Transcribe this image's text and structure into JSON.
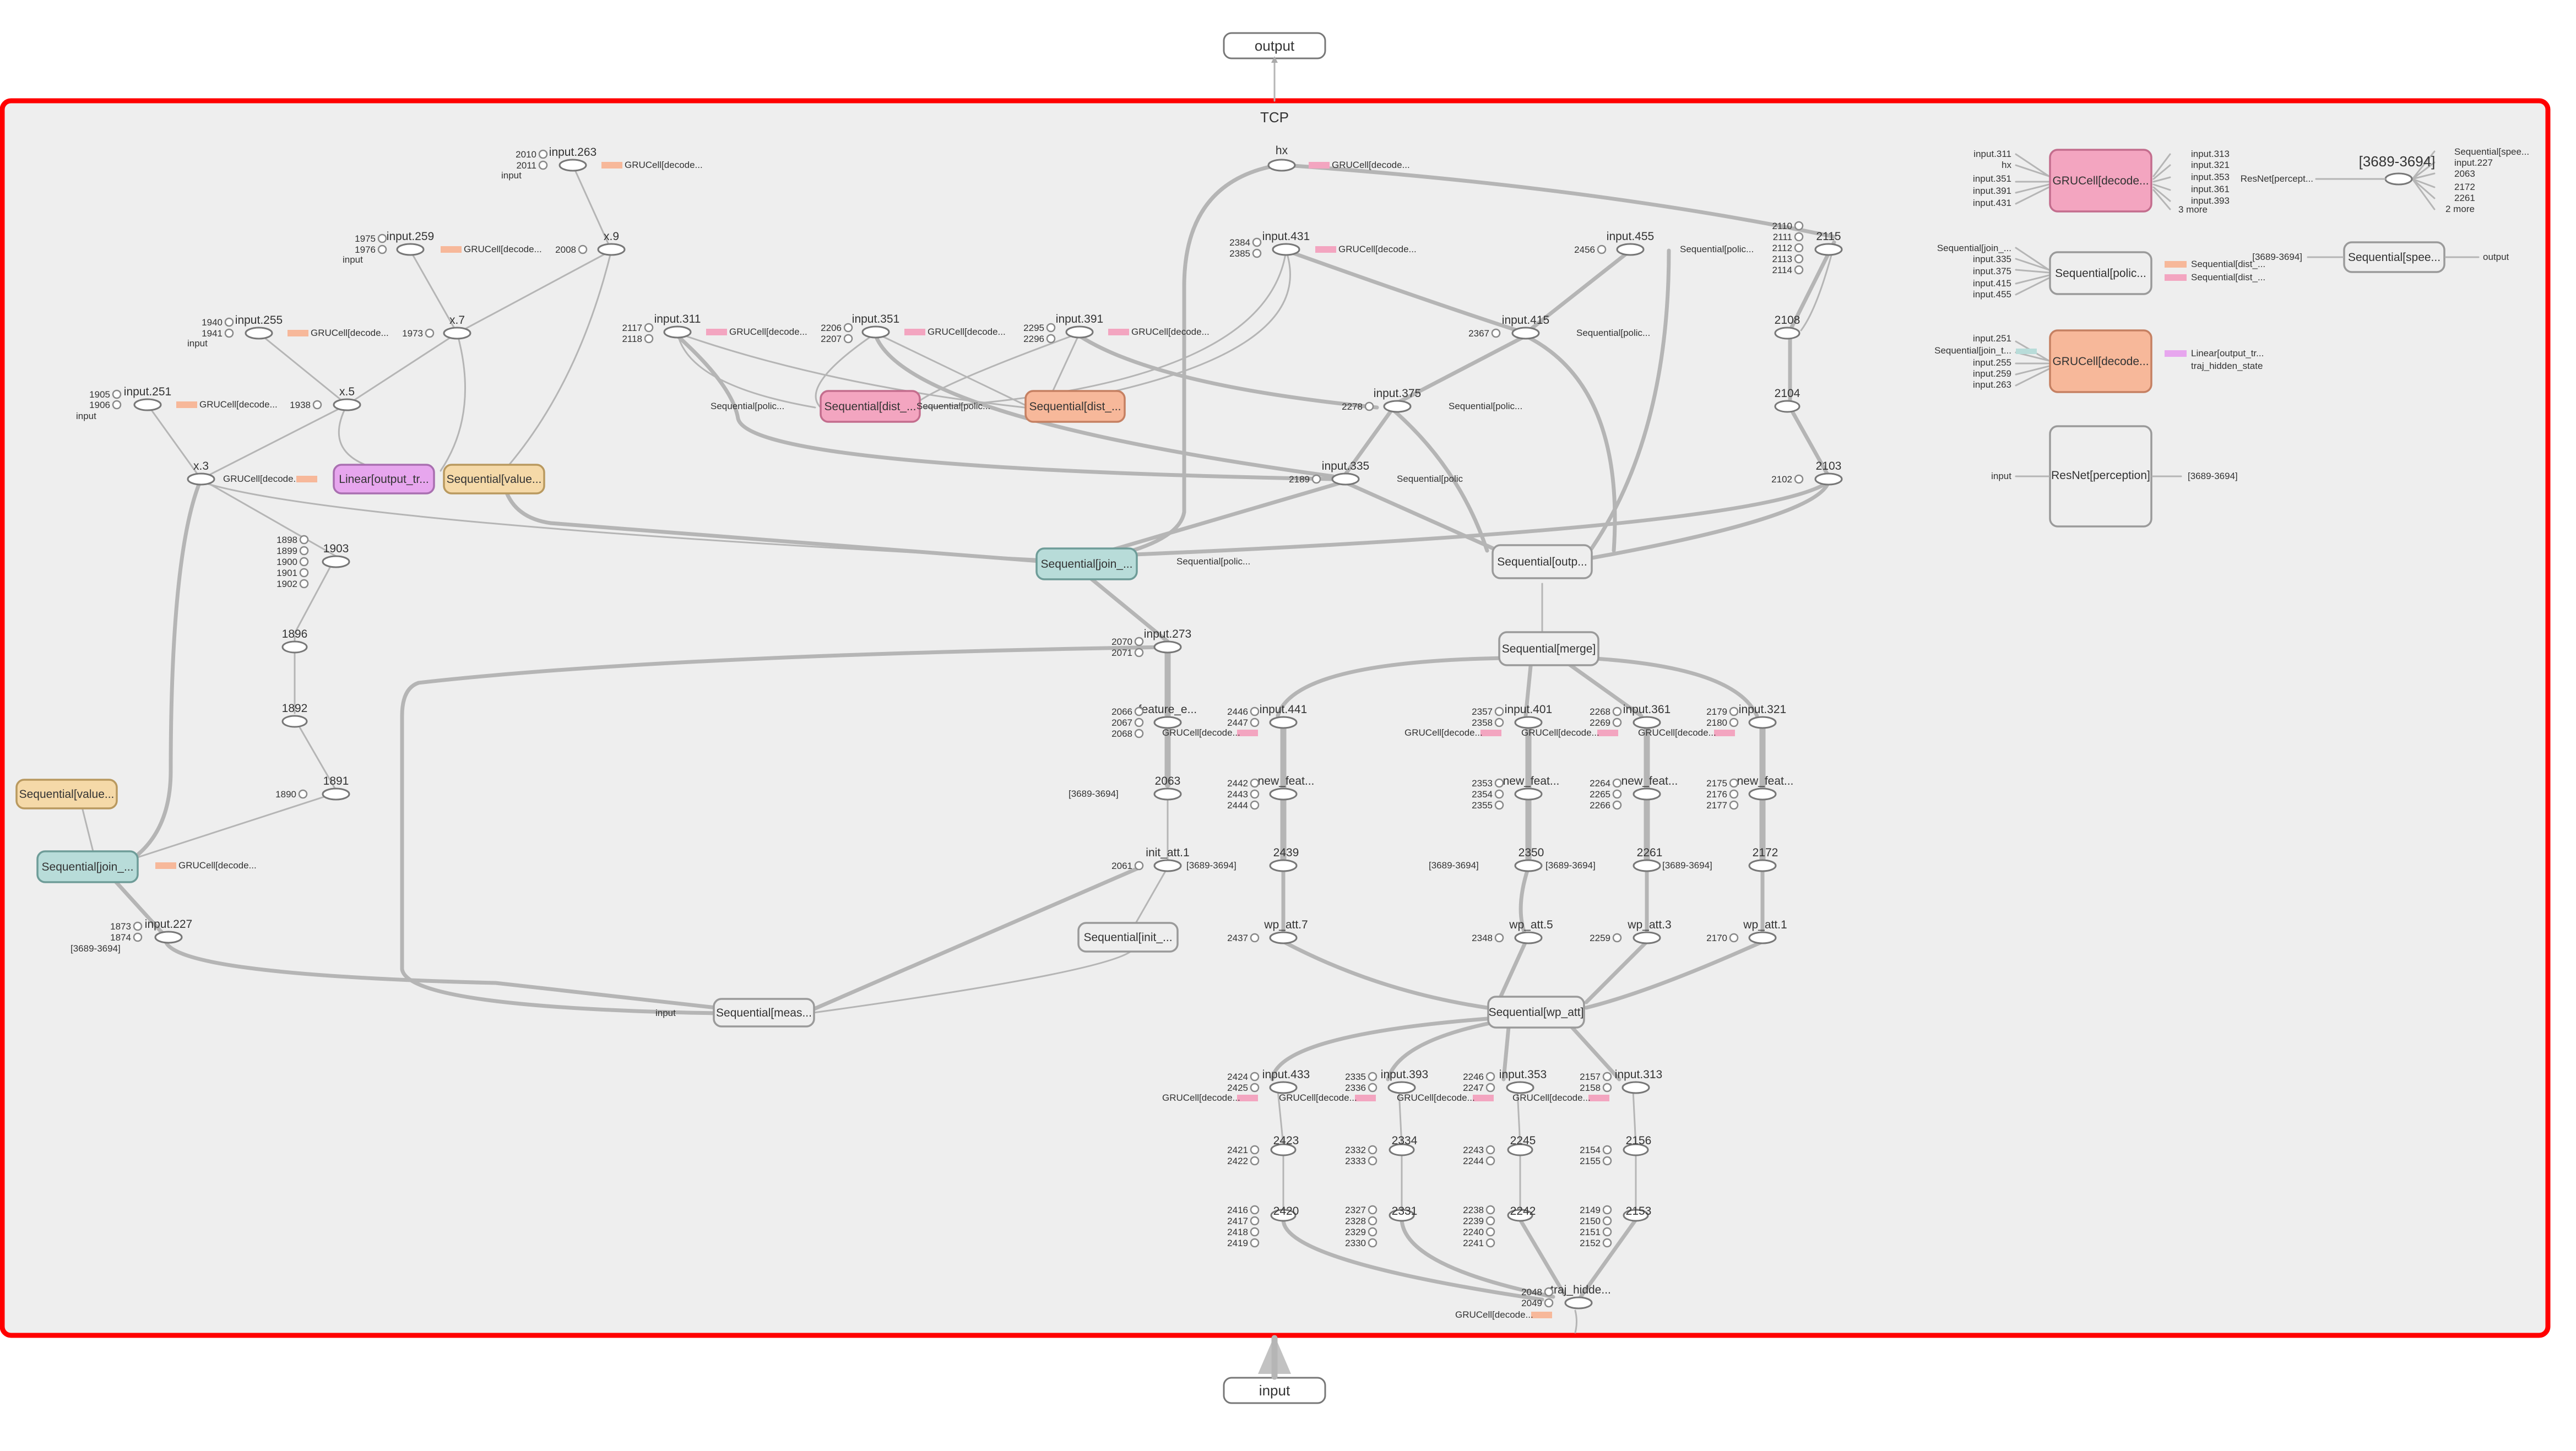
{
  "graph": {
    "top_node": "output",
    "bottom_node": "input",
    "container_title": "TCP"
  },
  "colors": {
    "container_fill": "#eeeeee",
    "container_border": "#ff0000",
    "pink": "#f3a5c0",
    "salmon": "#f7b89a",
    "teal": "#b8dcd9",
    "violet": "#e7a6ee",
    "tan": "#f5d9a8",
    "neutral": "#eeeeee"
  },
  "modules": [
    {
      "id": "m1",
      "label": "Sequential[dist_...",
      "color": "pink"
    },
    {
      "id": "m2",
      "label": "Sequential[dist_...",
      "color": "salmon"
    },
    {
      "id": "m3",
      "label": "Linear[output_tr...",
      "color": "violet"
    },
    {
      "id": "m4",
      "label": "Sequential[value...",
      "color": "tan"
    },
    {
      "id": "m5",
      "label": "Sequential[join_...",
      "color": "teal"
    },
    {
      "id": "m6",
      "label": "Sequential[outp...",
      "color": "neutral"
    },
    {
      "id": "m7",
      "label": "Sequential[merge]",
      "color": "neutral"
    },
    {
      "id": "m8",
      "label": "Sequential[value...",
      "color": "tan"
    },
    {
      "id": "m9",
      "label": "Sequential[join_...",
      "color": "teal"
    },
    {
      "id": "m10",
      "label": "Sequential[init_...",
      "color": "neutral"
    },
    {
      "id": "m11",
      "label": "Sequential[meas...",
      "color": "neutral"
    },
    {
      "id": "m12",
      "label": "Sequential[wp_att]",
      "color": "neutral"
    },
    {
      "id": "m13",
      "label": "GRUCell[decode...",
      "color": "pink"
    },
    {
      "id": "m14",
      "label": "Sequential[polic...",
      "color": "neutral"
    },
    {
      "id": "m15",
      "label": "Sequential[spee...",
      "color": "neutral"
    },
    {
      "id": "m16",
      "label": "GRUCell[decode...",
      "color": "salmon"
    },
    {
      "id": "m17",
      "label": "ResNet[perception]",
      "color": "neutral"
    }
  ],
  "ops": {
    "hx": "hx",
    "input263": "input.263",
    "input259": "input.259",
    "input255": "input.255",
    "input251": "input.251",
    "x9": "x.9",
    "x7": "x.7",
    "x5": "x.5",
    "x3": "x.3",
    "n1903": "1903",
    "n1896": "1896",
    "n1892": "1892",
    "n1891": "1891",
    "input227": "input.227",
    "input311": "input.311",
    "input351": "input.351",
    "input391": "input.391",
    "input431": "input.431",
    "input455": "input.455",
    "input415": "input.415",
    "input375": "input.375",
    "input335": "input.335",
    "n2115": "2115",
    "n2108": "2108",
    "n2104": "2104",
    "n2103": "2103",
    "input273": "input.273",
    "feature_e": "feature_e...",
    "n2063": "2063",
    "init_att": "init_att.1",
    "input441": "input.441",
    "input401": "input.401",
    "input361": "input.361",
    "input321": "input.321",
    "new_feat1": "new_feat...",
    "new_feat2": "new_feat...",
    "new_feat3": "new_feat...",
    "new_feat4": "new_feat...",
    "n2439": "2439",
    "n2350": "2350",
    "n2261": "2261",
    "n2172": "2172",
    "wp_att7": "wp_att.7",
    "wp_att5": "wp_att.5",
    "wp_att3": "wp_att.3",
    "wp_att1": "wp_att.1",
    "input433": "input.433",
    "input393": "input.393",
    "input353": "input.353",
    "input313": "input.313",
    "n2423": "2423",
    "n2334": "2334",
    "n2245": "2245",
    "n2156": "2156",
    "n2420": "2420",
    "n2331": "2331",
    "n2242": "2242",
    "n2153": "2153",
    "traj_hidde": "traj_hidde..."
  },
  "side_labels": {
    "gru_decode": "GRUCell[decode...",
    "seq_polic": "Sequential[polic...",
    "seq_polic2": "Sequential[polic",
    "input": "input",
    "range": "[3689-3694]"
  },
  "small_nums": {
    "a2010": "2010",
    "a2011": "2011",
    "a2008": "2008",
    "a1975": "1975",
    "a1976": "1976",
    "a1973": "1973",
    "a1940": "1940",
    "a1941": "1941",
    "a1938": "1938",
    "a1905": "1905",
    "a1906": "1906",
    "a1898": "1898",
    "a1899": "1899",
    "a1900": "1900",
    "a1901": "1901",
    "a1902": "1902",
    "a1890": "1890",
    "a1873": "1873",
    "a1874": "1874",
    "a2117": "2117",
    "a2118": "2118",
    "a2206": "2206",
    "a2207": "2207",
    "a2295": "2295",
    "a2296": "2296",
    "a2384": "2384",
    "a2385": "2385",
    "a2456": "2456",
    "a2367": "2367",
    "a2278": "2278",
    "a2189": "2189",
    "a2110": "2110",
    "a2111": "2111",
    "a2112": "2112",
    "a2113": "2113",
    "a2114": "2114",
    "a2102": "2102",
    "a2070": "2070",
    "a2071": "2071",
    "a2066": "2066",
    "a2067": "2067",
    "a2068": "2068",
    "a2061": "2061",
    "a2446": "2446",
    "a2447": "2447",
    "a2357": "2357",
    "a2358": "2358",
    "a2268": "2268",
    "a2269": "2269",
    "a2179": "2179",
    "a2180": "2180",
    "a2442": "2442",
    "a2443": "2443",
    "a2444": "2444",
    "a2353": "2353",
    "a2354": "2354",
    "a2355": "2355",
    "a2264": "2264",
    "a2265": "2265",
    "a2266": "2266",
    "a2175": "2175",
    "a2176": "2176",
    "a2177": "2177",
    "a2437": "2437",
    "a2348": "2348",
    "a2259": "2259",
    "a2170": "2170",
    "a2424": "2424",
    "a2425": "2425",
    "a2335": "2335",
    "a2336": "2336",
    "a2246": "2246",
    "a2247": "2247",
    "a2157": "2157",
    "a2158": "2158",
    "a2421": "2421",
    "a2422": "2422",
    "a2332": "2332",
    "a2333": "2333",
    "a2243": "2243",
    "a2244": "2244",
    "a2154": "2154",
    "a2155": "2155",
    "a2416": "2416",
    "a2417": "2417",
    "a2418": "2418",
    "a2419": "2419",
    "a2327": "2327",
    "a2328": "2328",
    "a2329": "2329",
    "a2330": "2330",
    "a2238": "2238",
    "a2239": "2239",
    "a2240": "2240",
    "a2241": "2241",
    "a2149": "2149",
    "a2150": "2150",
    "a2151": "2151",
    "a2152": "2152",
    "a2048": "2048",
    "a2049": "2049"
  },
  "legend_lists": {
    "gru_pink_inputs": [
      "input.311",
      "hx",
      "input.351",
      "input.391",
      "input.431"
    ],
    "gru_pink_outputs": [
      "input.313",
      "input.321",
      "input.353",
      "input.361",
      "input.393",
      "3 more"
    ],
    "range_outputs": [
      "Sequential[spee...",
      "input.227",
      "2063",
      "2172",
      "2261",
      "2 more"
    ],
    "range_in": "ResNet[percept...",
    "polic_inputs": [
      "Sequential[join_...",
      "input.335",
      "input.375",
      "input.415",
      "input.455"
    ],
    "polic_outputs": [
      "Sequential[dist_...",
      "Sequential[dist_..."
    ],
    "spee_in": "[3689-3694]",
    "spee_out": "output",
    "gru_salmon_inputs": [
      "input.251",
      "Sequential[join_t...",
      "input.255",
      "input.259",
      "input.263"
    ],
    "gru_salmon_outputs": [
      "Linear[output_tr...",
      "traj_hidden_state"
    ],
    "resnet_in": "input",
    "resnet_out": "[3689-3694]"
  }
}
